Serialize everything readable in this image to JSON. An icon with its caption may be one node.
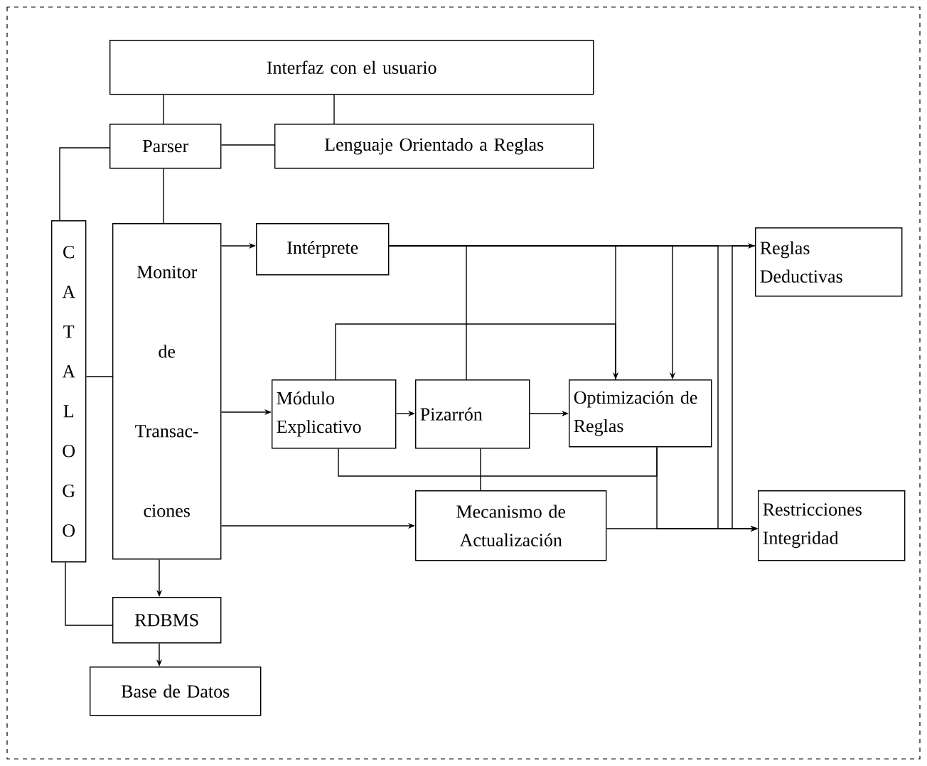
{
  "diagram": {
    "nodes": [
      {
        "text": [
          "Interfaz con el usuario"
        ]
      },
      {
        "text": [
          "Parser"
        ]
      },
      {
        "text": [
          "Lenguaje Orientado a Reglas"
        ]
      },
      {
        "text": [
          "CATALOGO"
        ]
      },
      {
        "text": [
          "Monitor de Transac- ciones"
        ]
      },
      {
        "text": [
          "Intérprete"
        ]
      },
      {
        "text": [
          "Reglas Deductivas"
        ]
      },
      {
        "text": [
          "Módulo Explicativo"
        ]
      },
      {
        "text": [
          "Pizarrón"
        ]
      },
      {
        "text": [
          "Optimización de Reglas"
        ]
      },
      {
        "text": [
          "Mecanismo de Actualización"
        ]
      },
      {
        "text": [
          "Restricciones Integridad"
        ]
      },
      {
        "text": [
          "RDBMS"
        ]
      },
      {
        "text": [
          "Base de Datos"
        ]
      }
    ],
    "edges": [
      {
        "from": 0,
        "to": 1,
        "arrow": "none"
      },
      {
        "from": 0,
        "to": 2,
        "arrow": "none"
      },
      {
        "from": 1,
        "to": 2,
        "arrow": "none"
      },
      {
        "from": 1,
        "to": 3,
        "arrow": "none"
      },
      {
        "from": 1,
        "to": 4,
        "arrow": "none"
      },
      {
        "from": 4,
        "to": 5,
        "arrow": "to"
      },
      {
        "from": 3,
        "to": 4,
        "arrow": "none"
      },
      {
        "from": 3,
        "to": 12,
        "arrow": "none"
      },
      {
        "from": 4,
        "to": 12,
        "arrow": "to"
      },
      {
        "from": 12,
        "to": 13,
        "arrow": "to"
      },
      {
        "from": 4,
        "to": 7,
        "arrow": "to"
      },
      {
        "from": 4,
        "to": 10,
        "arrow": "to"
      },
      {
        "from": 7,
        "to": 8,
        "arrow": "to"
      },
      {
        "from": 8,
        "to": 9,
        "arrow": "to"
      },
      {
        "from": 5,
        "to": 6,
        "arrow": "to"
      },
      {
        "from": 5,
        "to": 8,
        "arrow": "none"
      },
      {
        "from": 5,
        "to": 9,
        "arrow": "to"
      },
      {
        "from": 5,
        "to": 9,
        "arrow": "none"
      },
      {
        "from": 7,
        "to": 9,
        "arrow": "to"
      },
      {
        "from": 5,
        "to": 11,
        "arrow": "to"
      },
      {
        "from": 6,
        "to": 11,
        "arrow": "to"
      },
      {
        "from": 10,
        "to": 11,
        "arrow": "to"
      },
      {
        "from": 9,
        "to": 11,
        "arrow": "to"
      },
      {
        "from": 7,
        "to": 9,
        "arrow": "none"
      },
      {
        "from": 8,
        "to": 10,
        "arrow": "none"
      }
    ]
  }
}
